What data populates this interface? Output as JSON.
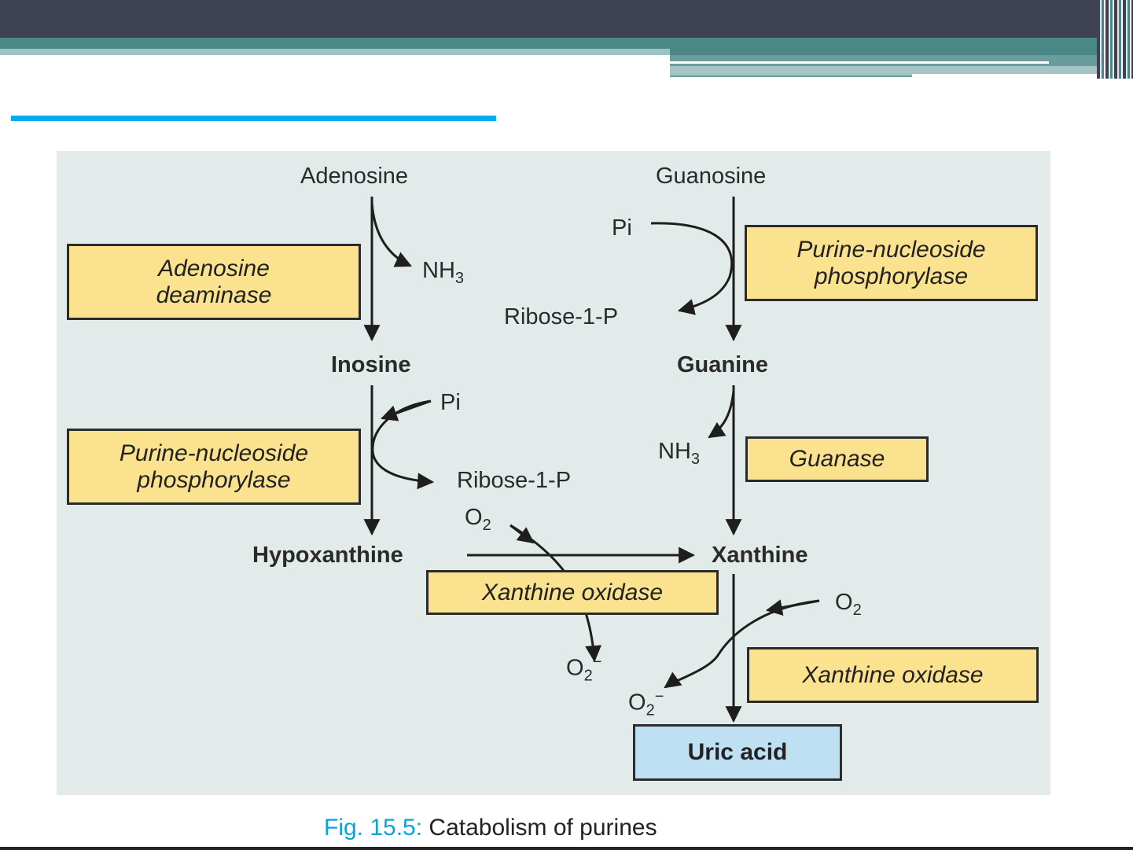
{
  "diagram": {
    "nodes": {
      "adenosine": "Adenosine",
      "guanosine": "Guanosine",
      "inosine": "Inosine",
      "guanine": "Guanine",
      "hypoxanthine": "Hypoxanthine",
      "xanthine": "Xanthine",
      "uric_acid": "Uric acid"
    },
    "enzymes": {
      "adenosine_deaminase": "Adenosine deaminase",
      "pnp_left": "Purine-nucleoside phosphorylase",
      "pnp_right": "Purine-nucleoside phosphorylase",
      "guanase": "Guanase",
      "xanthine_oxidase_1": "Xanthine oxidase",
      "xanthine_oxidase_2": "Xanthine oxidase"
    },
    "side_labels": {
      "nh3_base": "NH",
      "nh3_sub": "3",
      "pi": "Pi",
      "ribose_1_p": "Ribose-1-P",
      "o2_base": "O",
      "o2_sub": "2",
      "superoxide_sup": "−"
    }
  },
  "caption": {
    "figure_number": "Fig. 15.5:",
    "text": "Catabolism of purines"
  },
  "colors": {
    "header_dark": "#3f4254",
    "header_teal": "#4a8787",
    "accent_blue": "#00aeef",
    "figure_bg": "#e2ebe9",
    "enzyme_fill": "#fbe28e",
    "product_fill": "#bfe0f3"
  }
}
